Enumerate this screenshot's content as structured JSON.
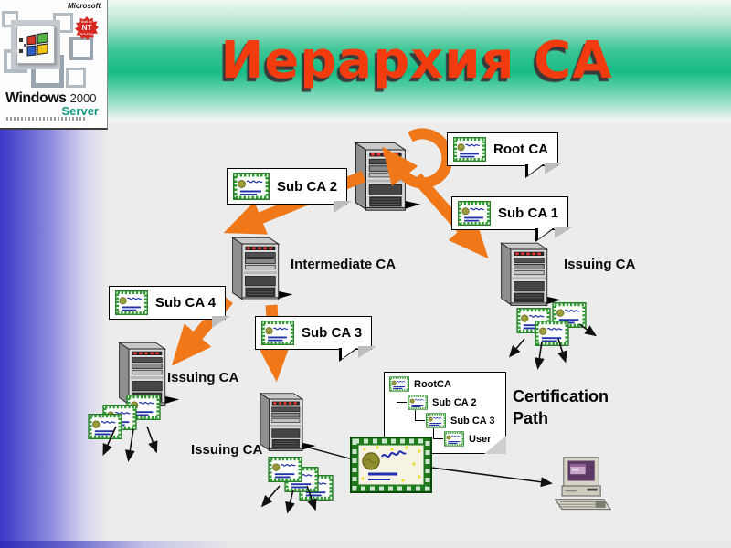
{
  "title": "Иерархия CA",
  "branding": {
    "vendor": "Microsoft",
    "product": "Windows",
    "year": "2000",
    "edition": "Server",
    "badge_line1": "Built on",
    "badge_line2": "NT",
    "badge_line3": "Technology"
  },
  "callouts": {
    "root": "Root CA",
    "sub1": "Sub CA 1",
    "sub2": "Sub CA 2",
    "sub3": "Sub CA 3",
    "sub4": "Sub CA 4"
  },
  "labels": {
    "intermediate": "Intermediate CA",
    "issuing_right": "Issuing CA",
    "issuing_left": "Issuing CA",
    "issuing_center": "Issuing CA"
  },
  "certification_path": {
    "title": "Certification Path",
    "nodes": [
      {
        "label": "RootCA"
      },
      {
        "label": "Sub CA 2"
      },
      {
        "label": "Sub CA 3"
      },
      {
        "label": "User"
      }
    ]
  },
  "icons": {
    "certificate": "cert-icon",
    "server": "server-tower-icon",
    "workstation": "desktop-pc-icon",
    "self_signed": "circular-arrow-icon"
  },
  "colors": {
    "title_text": "#f23b0e",
    "title_shadow": "#3a3a3a",
    "banner_green": "#17bd85",
    "left_bar_blue": "#3b36c9",
    "arrow_orange": "#f07818",
    "certificate_green": "#1f7a1f",
    "edition_teal": "#12967f",
    "background": "#ececec"
  }
}
